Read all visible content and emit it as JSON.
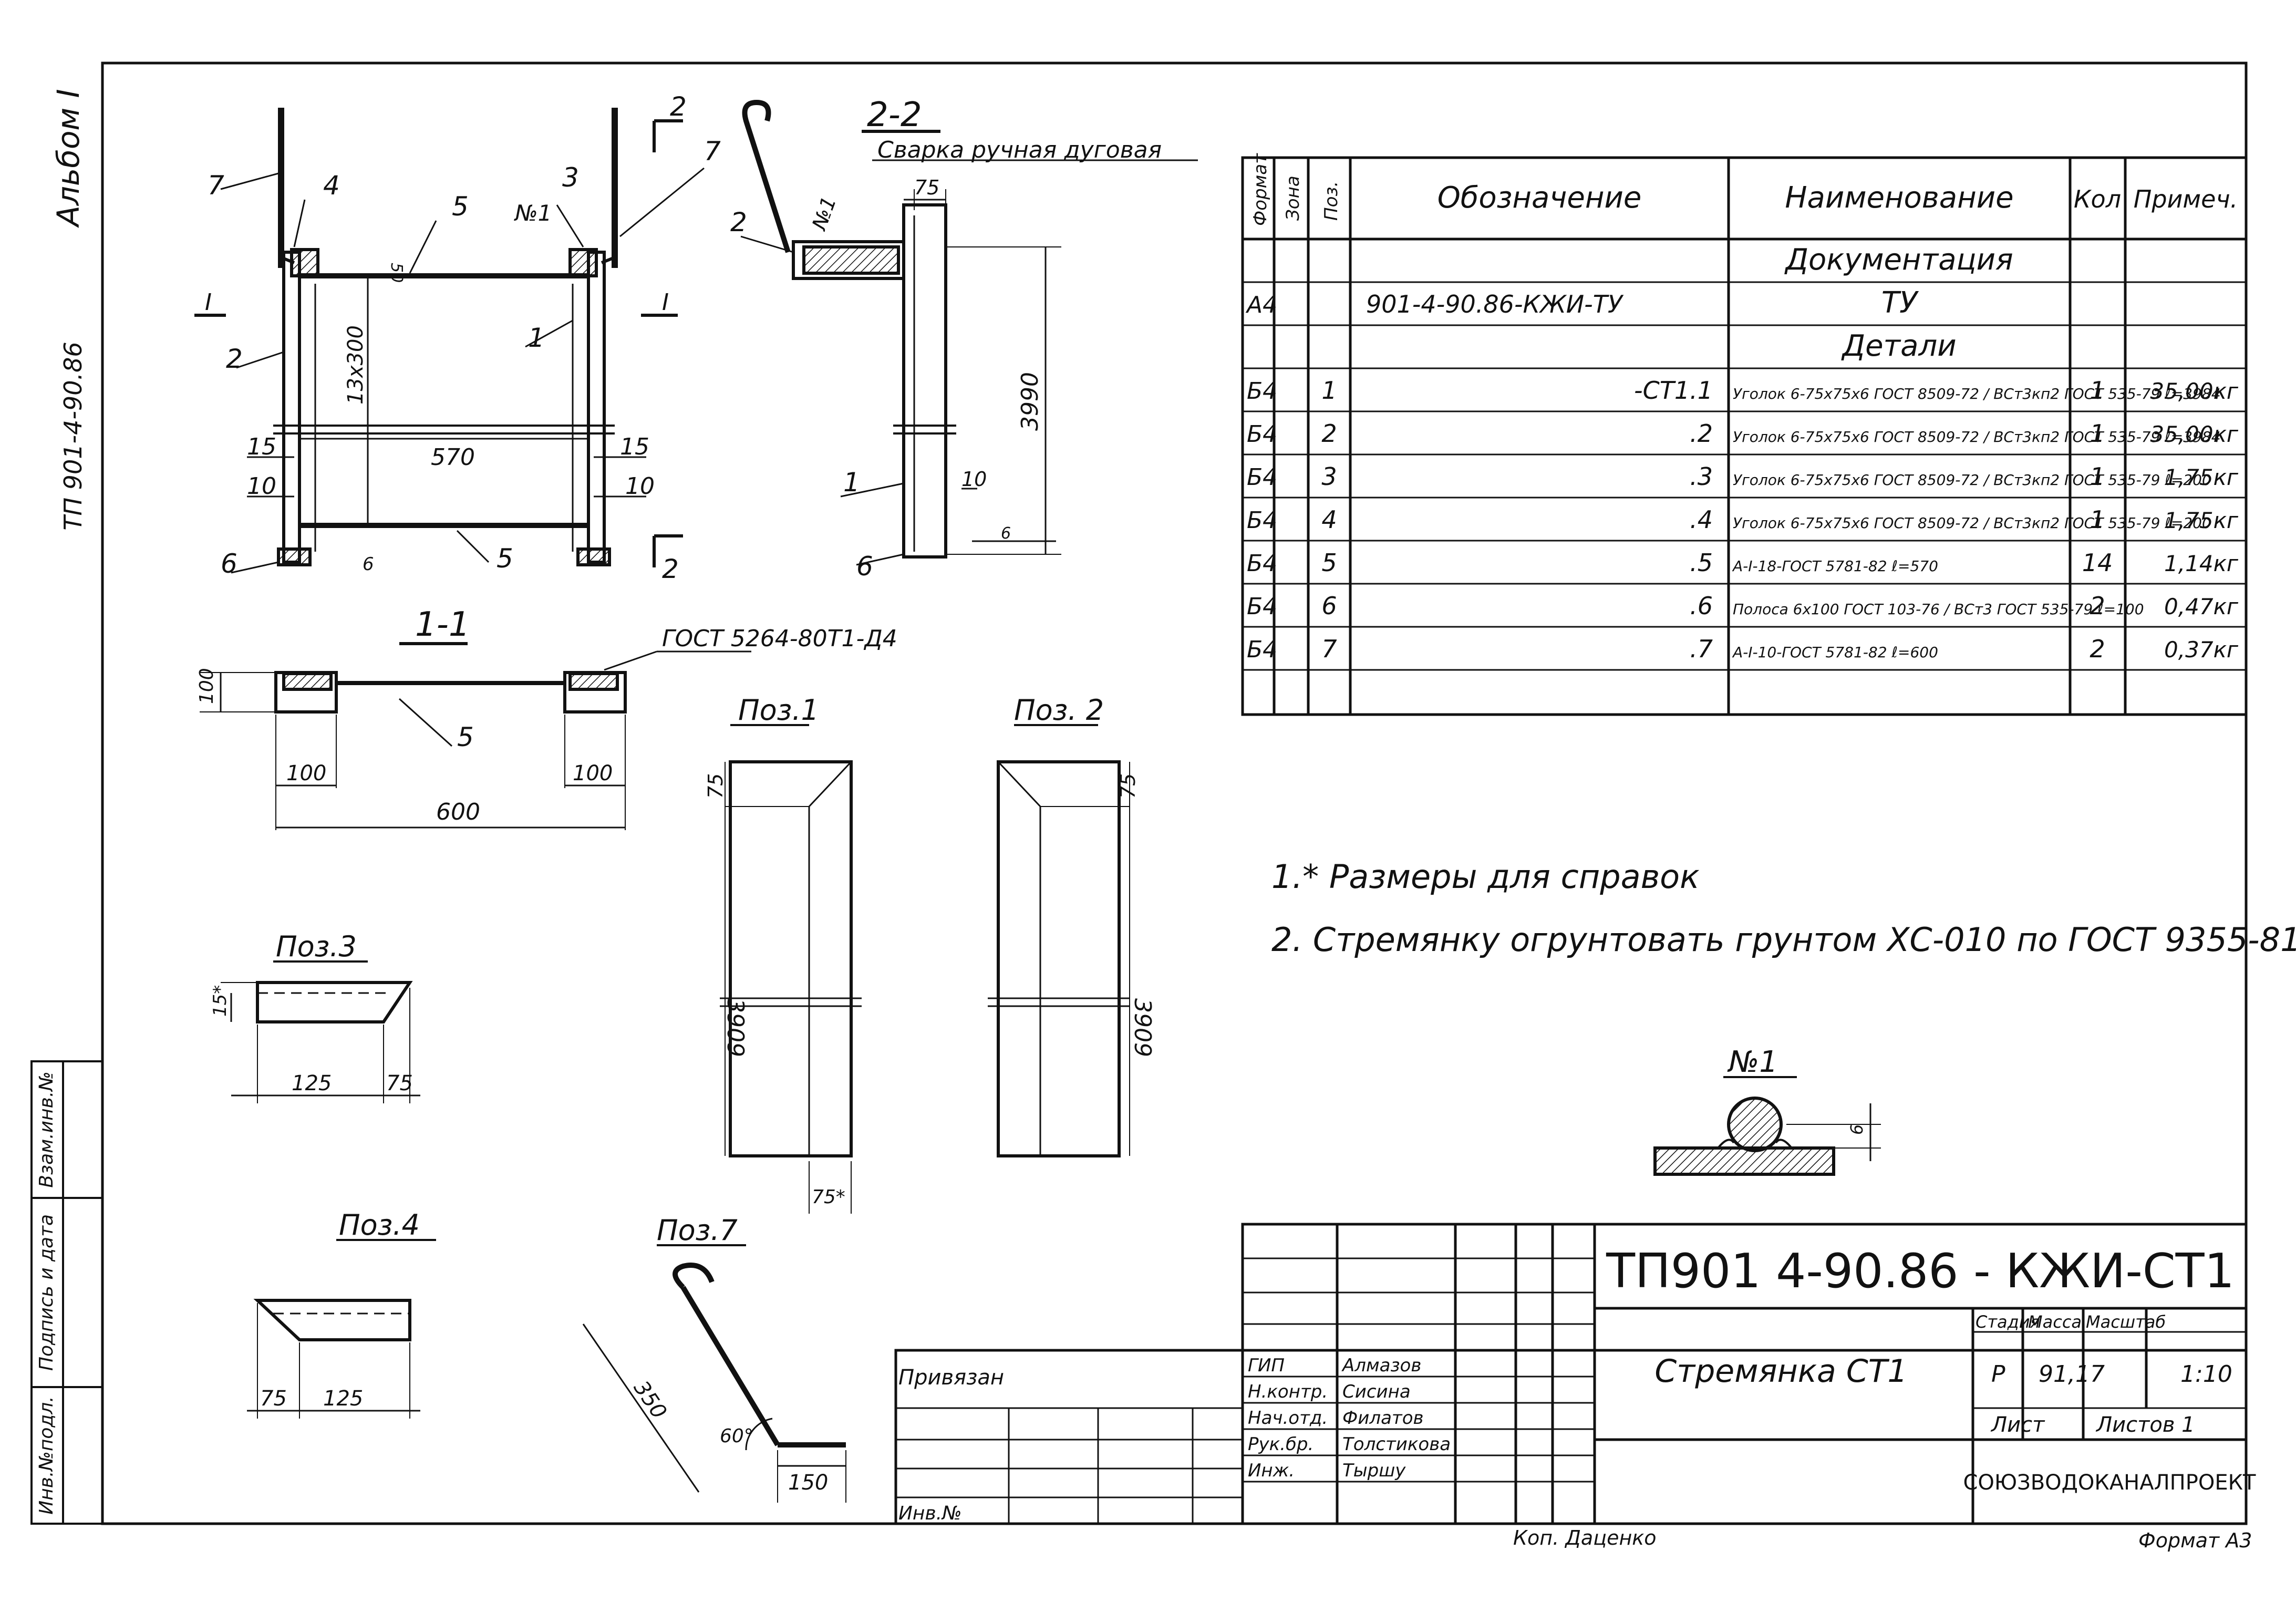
{
  "sheet": {
    "album": "Альбом I",
    "project_code_side": "ТП 901-4-90.86",
    "side_stamp": [
      "Инв.№подл.",
      "Подпись и дата",
      "Взам.инв.№"
    ],
    "copy_by": "Коп. Даценко",
    "format": "Формат А3"
  },
  "main_view": {
    "section_mark": "2",
    "section_mark_1": "I",
    "labels": {
      "pos1": "1",
      "pos2": "2",
      "pos3": "3",
      "pos4": "4",
      "pos5": "5",
      "pos6": "6",
      "pos7": "7",
      "weld_ref": "№1",
      "dim_50": "50",
      "dim_pitch": "13x300",
      "dim_570": "570",
      "dim_15a": "15",
      "dim_15b": "15",
      "dim_10a": "10",
      "dim_10b": "10",
      "dim_6": "6"
    }
  },
  "section_11": {
    "title": "1-1",
    "gost_note": "ГОСТ 5264-80Т1-Д4",
    "dims": {
      "h100": "100",
      "left100": "100",
      "right100": "100",
      "total600": "600"
    },
    "label5": "5"
  },
  "section_22": {
    "title": "2-2",
    "weld_note": "Сварка ручная дуговая",
    "weld_ref": "№1",
    "dims": {
      "d75": "75",
      "d3990": "3990",
      "d10": "10",
      "d6": "6"
    },
    "label1": "1",
    "label2": "2",
    "label6": "6"
  },
  "parts": {
    "pos1": {
      "title": "Поз.1",
      "d75": "75",
      "d3909": "3909",
      "d75s": "75*"
    },
    "pos2": {
      "title": "Поз. 2",
      "d75": "75",
      "d3909": "3909"
    },
    "pos3": {
      "title": "Поз.3",
      "d15": "15*",
      "d125": "125",
      "d75": "75"
    },
    "pos4": {
      "title": "Поз.4",
      "d75": "75",
      "d125": "125"
    },
    "pos7": {
      "title": "Поз.7",
      "d350": "350",
      "d60": "60°",
      "d150": "150"
    }
  },
  "spec_table": {
    "headers": [
      "Формат",
      "Зона",
      "Поз.",
      "Обозначение",
      "Наименование",
      "Кол",
      "Примеч."
    ],
    "rows": [
      {
        "fmt": "",
        "zone": "",
        "pos": "",
        "des": "",
        "name": "Документация",
        "qty": "",
        "note": ""
      },
      {
        "fmt": "А4",
        "zone": "",
        "pos": "",
        "des": "901-4-90.86-КЖИ-ТУ",
        "name": "ТУ",
        "qty": "",
        "note": ""
      },
      {
        "fmt": "",
        "zone": "",
        "pos": "",
        "des": "",
        "name": "Детали",
        "qty": "",
        "note": ""
      },
      {
        "fmt": "Б4",
        "zone": "",
        "pos": "1",
        "des": "-СТ1.1",
        "name": "Уголок 6-75х75х6 ГОСТ 8509-72 / ВСт3кп2 ГОСТ 535-79 ℓ=3984",
        "qty": "1",
        "note": "35,00кг"
      },
      {
        "fmt": "Б4",
        "zone": "",
        "pos": "2",
        "des": ".2",
        "name": "Уголок 6-75х75х6 ГОСТ 8509-72 / ВСт3кп2 ГОСТ 535-79 ℓ=3984",
        "qty": "1",
        "note": "35,00кг"
      },
      {
        "fmt": "Б4",
        "zone": "",
        "pos": "3",
        "des": ".3",
        "name": "Уголок 6-75х75х6 ГОСТ 8509-72 / ВСт3кп2 ГОСТ 535-79 ℓ=200",
        "qty": "1",
        "note": "1,75кг"
      },
      {
        "fmt": "Б4",
        "zone": "",
        "pos": "4",
        "des": ".4",
        "name": "Уголок 6-75х75х6 ГОСТ 8509-72 / ВСт3кп2 ГОСТ 535-79 ℓ=200",
        "qty": "1",
        "note": "1,75кг"
      },
      {
        "fmt": "Б4",
        "zone": "",
        "pos": "5",
        "des": ".5",
        "name": "А-I-18-ГОСТ 5781-82 ℓ=570",
        "qty": "14",
        "note": "1,14кг"
      },
      {
        "fmt": "Б4",
        "zone": "",
        "pos": "6",
        "des": ".6",
        "name": "Полоса 6х100 ГОСТ 103-76 / ВСт3 ГОСТ 535-79 ℓ=100",
        "qty": "2",
        "note": "0,47кг"
      },
      {
        "fmt": "Б4",
        "zone": "",
        "pos": "7",
        "des": ".7",
        "name": "А-I-10-ГОСТ 5781-82 ℓ=600",
        "qty": "2",
        "note": "0,37кг"
      }
    ]
  },
  "notes": [
    "1.* Размеры для справок",
    "2. Стремянку огрунтовать грунтом ХС-010 по ГОСТ 9355-81"
  ],
  "weld_detail": {
    "title": "№1",
    "dim": "6"
  },
  "title_block": {
    "doc_code": "ТП901 4-90.86 - КЖИ-СТ1",
    "drawing_name": "Стремянка СТ1",
    "stage_label": "Стадия",
    "stage": "Р",
    "mass_label": "Масса",
    "mass": "91,17",
    "scale_label": "Масштаб",
    "scale": "1:10",
    "sheet_label": "Лист",
    "sheets_label": "Листов 1",
    "organization": "СОЮЗВОДОКАНАЛПРОЕКТ",
    "tied_label": "Привязан",
    "inv_label": "Инв.№",
    "roles": [
      {
        "role": "ГИП",
        "name": "Алмазов"
      },
      {
        "role": "Н.контр.",
        "name": "Сисина"
      },
      {
        "role": "Нач.отд.",
        "name": "Филатов"
      },
      {
        "role": "Рук.бр.",
        "name": "Толстикова"
      },
      {
        "role": "Инж.",
        "name": "Тыршу"
      }
    ]
  }
}
